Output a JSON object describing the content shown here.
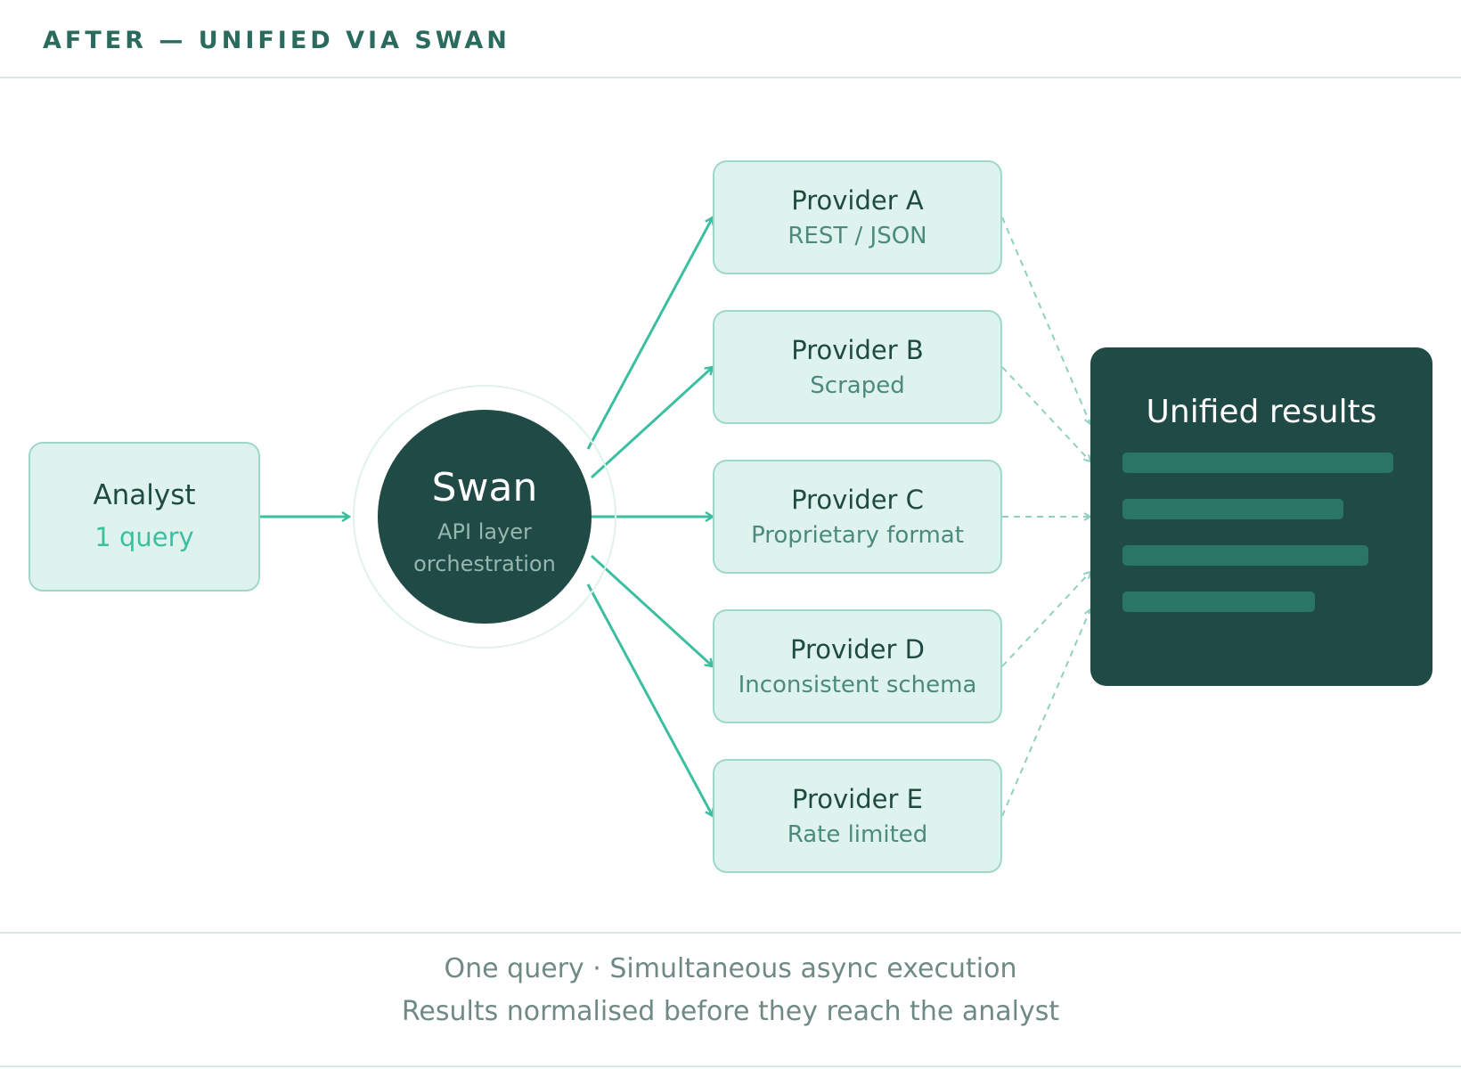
{
  "header": {
    "title": "AFTER — UNIFIED VIA SWAN"
  },
  "analyst": {
    "title": "Analyst",
    "subtitle": "1 query"
  },
  "swan": {
    "title": "Swan",
    "subtitle_line1": "API layer",
    "subtitle_line2": "orchestration"
  },
  "providers": [
    {
      "title": "Provider A",
      "subtitle": "REST / JSON"
    },
    {
      "title": "Provider B",
      "subtitle": "Scraped"
    },
    {
      "title": "Provider C",
      "subtitle": "Proprietary format"
    },
    {
      "title": "Provider D",
      "subtitle": "Inconsistent schema"
    },
    {
      "title": "Provider E",
      "subtitle": "Rate limited"
    }
  ],
  "results": {
    "title": "Unified results"
  },
  "footer": {
    "line1": "One query · Simultaneous async execution",
    "line2": "Results normalised before they reach the analyst"
  },
  "colors": {
    "accent": "#3bbfa0",
    "dark": "#1f4a45",
    "node_fill": "#dff3ee",
    "node_border": "#9fd7c8",
    "dashed": "#8fd0bf"
  }
}
